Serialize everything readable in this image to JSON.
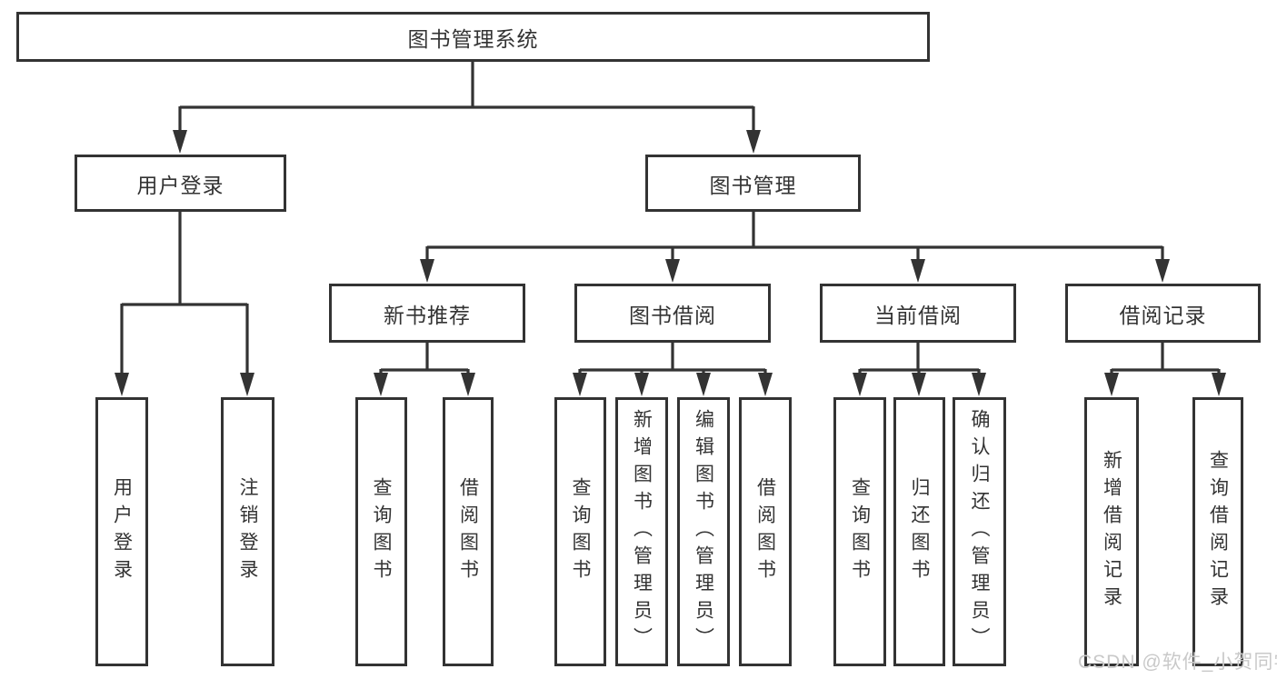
{
  "diagram": {
    "title": "图书管理系统",
    "root": {
      "label": "图书管理系统"
    },
    "branches": [
      {
        "label": "用户登录",
        "leaves": [
          "用户登录",
          "注销登录"
        ]
      },
      {
        "label": "图书管理",
        "children": [
          {
            "label": "新书推荐",
            "leaves": [
              "查询图书",
              "借阅图书"
            ]
          },
          {
            "label": "图书借阅",
            "leaves": [
              "查询图书",
              "新增图书（管理员）",
              "编辑图书（管理员）",
              "借阅图书"
            ]
          },
          {
            "label": "当前借阅",
            "leaves": [
              "查询图书",
              "归还图书",
              "确认归还（管理员）"
            ]
          },
          {
            "label": "借阅记录",
            "leaves": [
              "新增借阅记录",
              "查询借阅记录"
            ]
          }
        ]
      }
    ],
    "colors": {
      "line": "#333333",
      "border": "#333333",
      "text": "#333333",
      "background": "#ffffff",
      "watermark": "#c9c9c9"
    }
  },
  "watermark": {
    "text": "CSDN @软件_小贺同学"
  }
}
